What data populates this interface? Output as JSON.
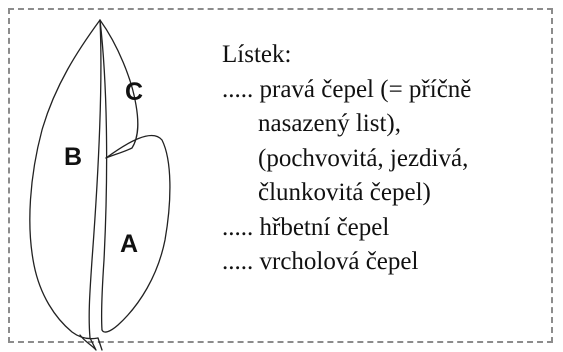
{
  "labels": {
    "a": "A",
    "b": "B",
    "c": "C"
  },
  "legend": {
    "title": "Lístek:",
    "lines": [
      "..... pravá čepel (= příčně",
      "nasazený list),",
      "(pochvovitá, jezdivá,",
      "člunkovitá čepel)",
      "..... hřbetní čepel",
      "..... vrcholová čepel"
    ]
  },
  "colors": {
    "border": "#8c8c8c",
    "stroke": "#222222"
  }
}
